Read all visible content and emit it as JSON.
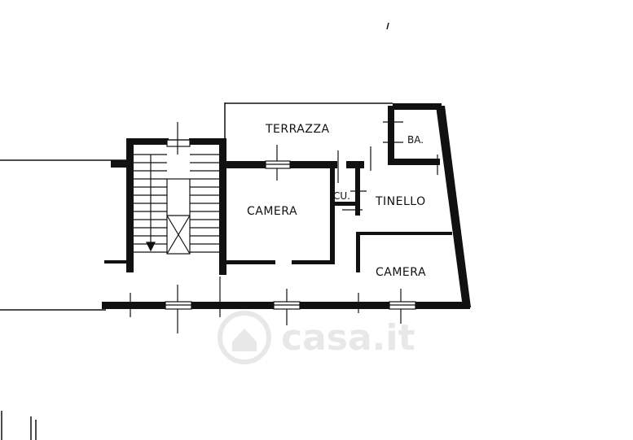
{
  "rooms": {
    "terrace": "TERRAZZA",
    "bathroom": "BA.",
    "kitchenette": "CU.",
    "bedroom_left": "CAMERA",
    "dining": "TINELLO",
    "bedroom_right": "CAMERA"
  },
  "watermark": {
    "brand": "casa.it"
  },
  "colors": {
    "wall": "#111111",
    "watermark": "#e8e8e8"
  }
}
